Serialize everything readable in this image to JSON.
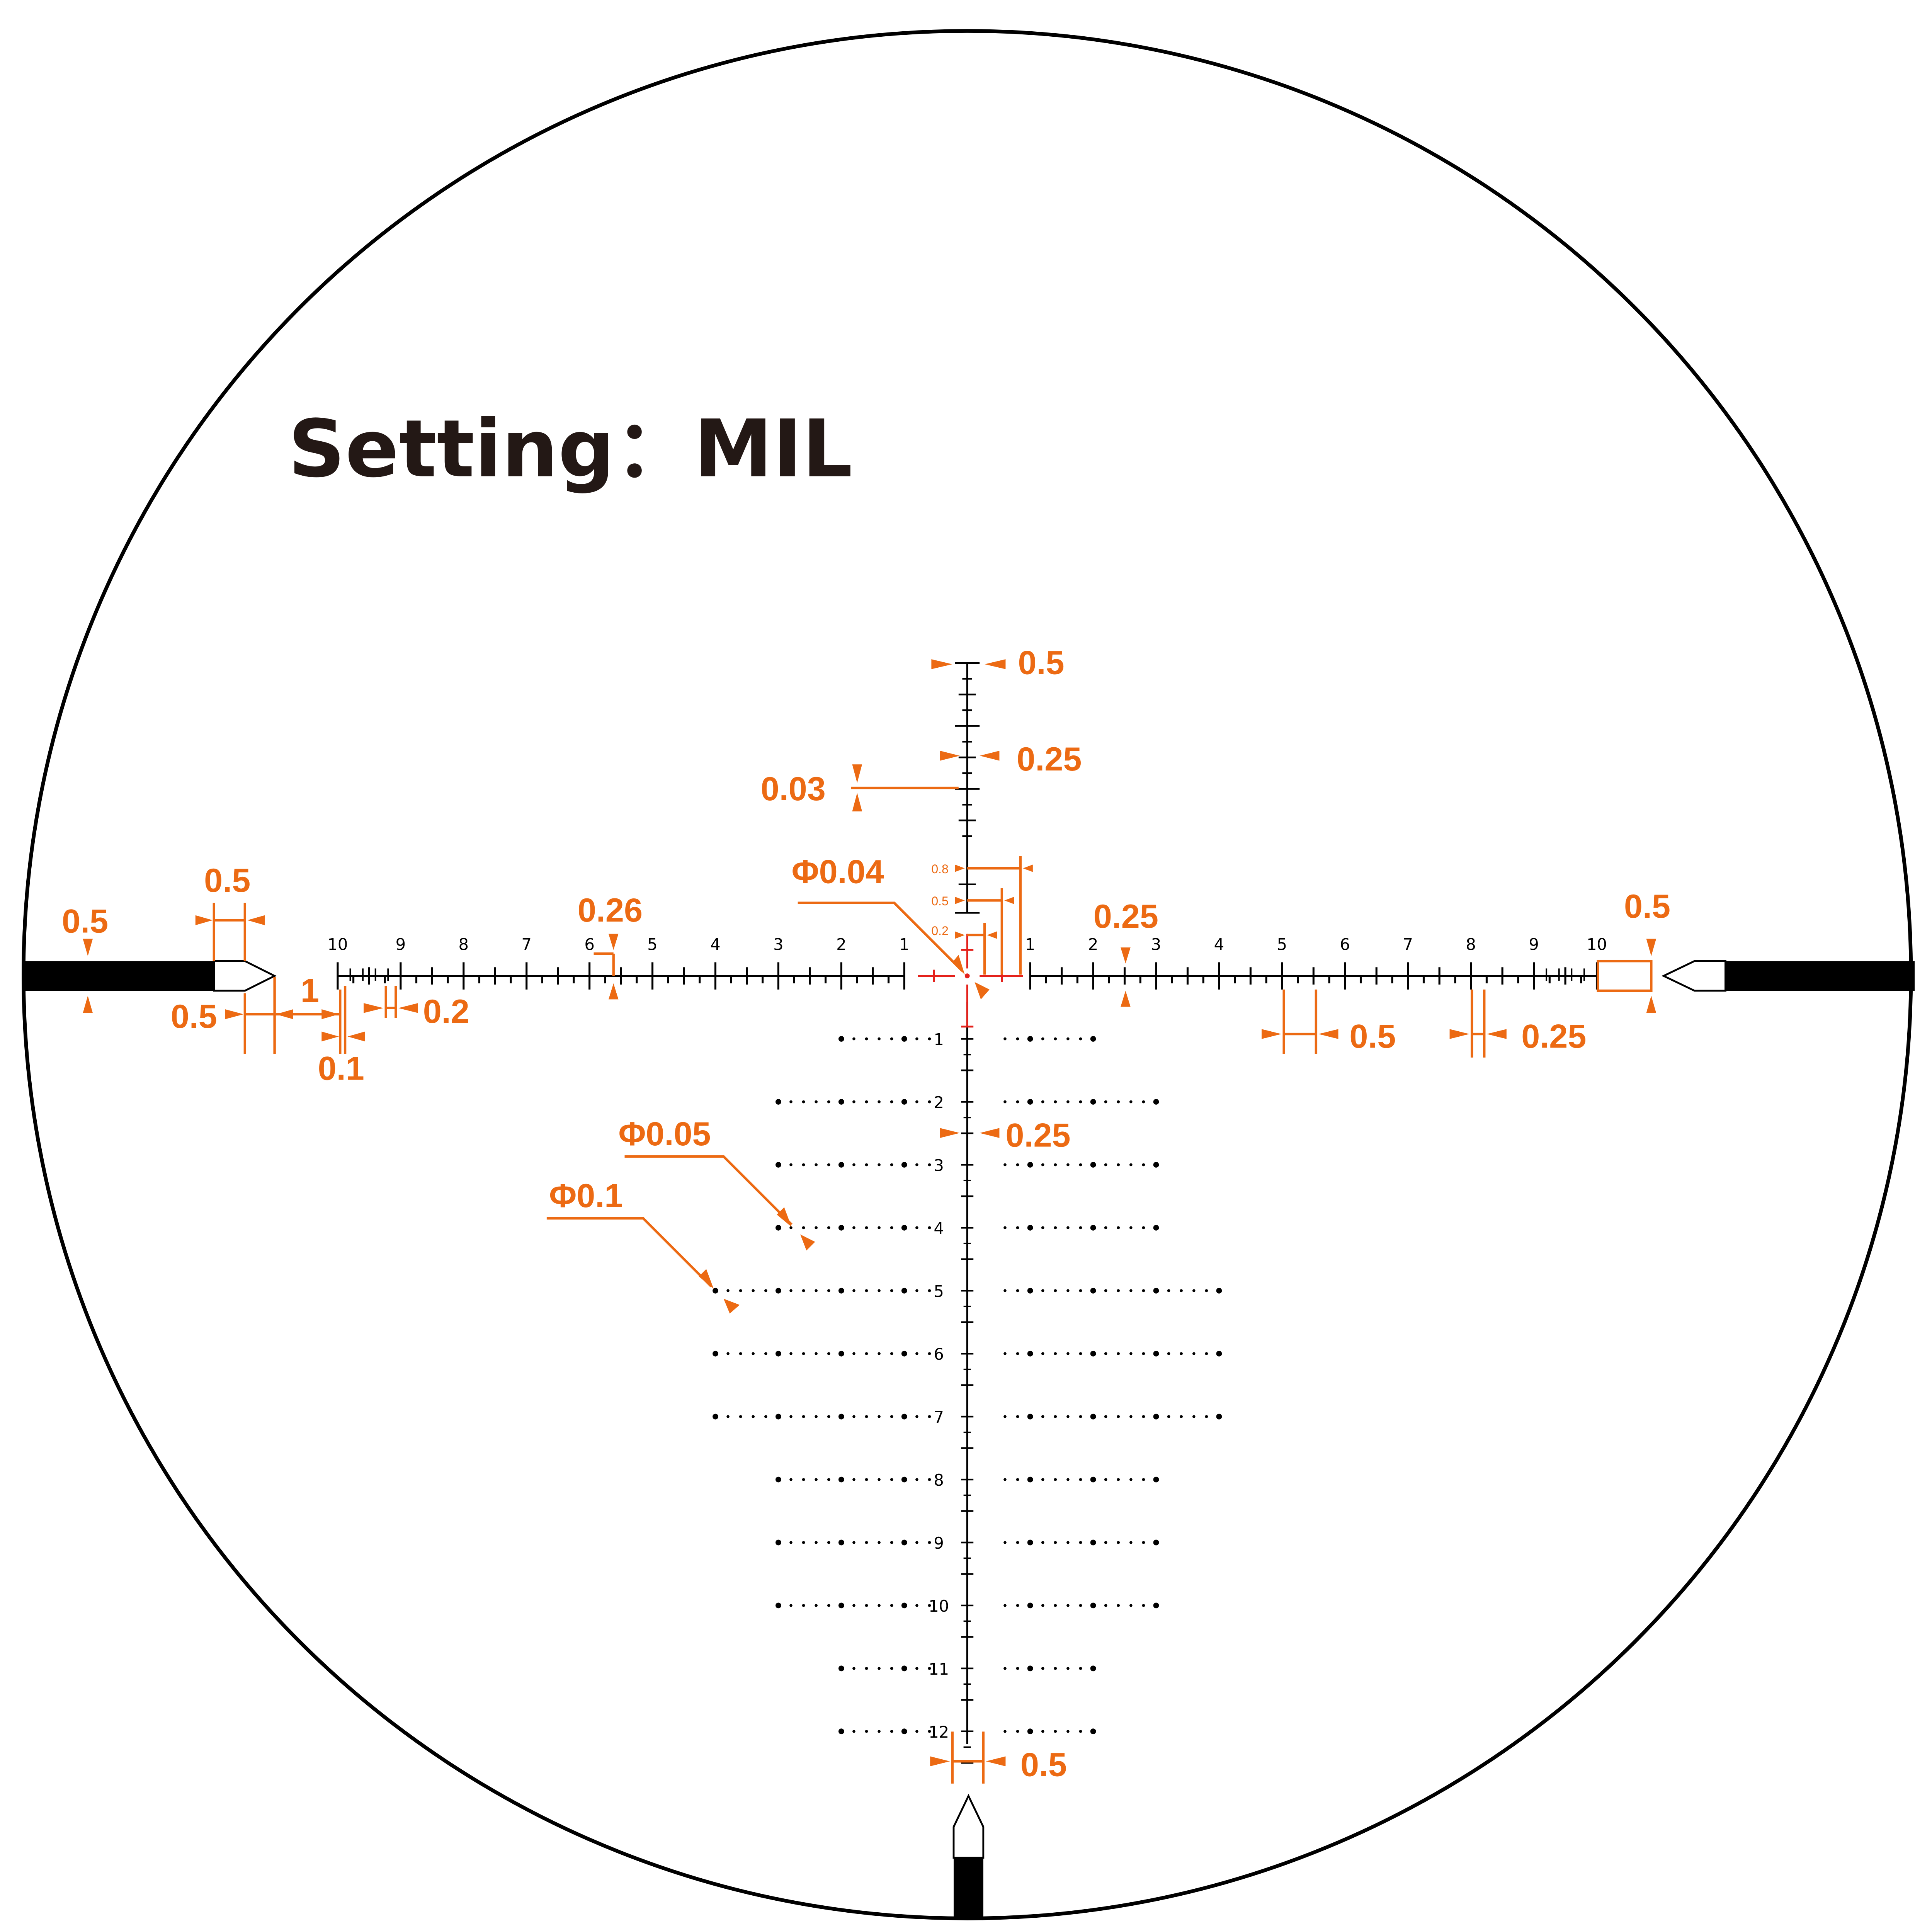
{
  "title": "Setting：MIL",
  "colors": {
    "reticle": "#000000",
    "annotation": "#ec6a13",
    "center": "#e4211b",
    "title": "#231815"
  },
  "horizontal_labels": {
    "left": [
      "1",
      "2",
      "3",
      "4",
      "5",
      "6",
      "7",
      "8",
      "9",
      "10"
    ],
    "right": [
      "1",
      "2",
      "3",
      "4",
      "5",
      "6",
      "7",
      "8",
      "9",
      "10"
    ]
  },
  "vertical_labels": [
    "1",
    "2",
    "3",
    "4",
    "5",
    "6",
    "7",
    "8",
    "9",
    "10",
    "11",
    "12"
  ],
  "dot_rows_half_width_mil": [
    2,
    3,
    3,
    3,
    4,
    4,
    4,
    3,
    3,
    3,
    2,
    2
  ],
  "annotations": {
    "top_tick_width": "0.5",
    "top_small_tick": "0.25",
    "line_thickness": "0.03",
    "center_dot": "Φ0.04",
    "center_08": "0.8",
    "center_05": "0.5",
    "center_02": "0.2",
    "left_offset": "0.26",
    "right_offset": "0.25",
    "right_post_height": "0.5",
    "left_post_top_width": "0.5",
    "left_post_thickness": "0.5",
    "left_post_tip": "0.5",
    "gap": "1",
    "fine_tick": "0.1",
    "fine_spacing": "0.2",
    "right_half": "0.5",
    "right_quarter": "0.25",
    "vertical_quarter": "0.25",
    "small_dot": "Φ0.05",
    "big_dot": "Φ0.1",
    "bottom_post": "0.5"
  }
}
